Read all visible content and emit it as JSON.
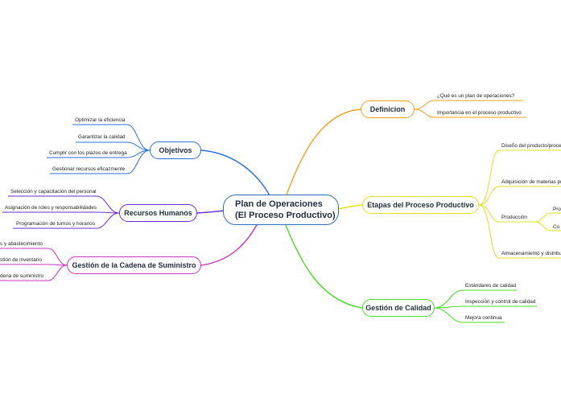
{
  "root": {
    "line1": "Plan de Operaciones",
    "line2": "(El Proceso Productivo)"
  },
  "colors": {
    "objetivos": "#2a6fe0",
    "rrhh": "#6a2bd0",
    "suministro": "#d030c0",
    "definicion": "#f0a020",
    "etapas": "#e0e020",
    "calidad": "#44dd22",
    "root": "#2a6fbf"
  },
  "definicion": {
    "label": "Definicion",
    "items": [
      "¿Qué es un plan de operaciones?",
      "Importancia en el proceso productivo"
    ]
  },
  "etapas": {
    "label": "Etapas del Proceso Productivo",
    "items": [
      "Diseño del producto/proce",
      "Adquisición de materias pr",
      "Producción",
      "Almacenamiento y distribu"
    ],
    "produccion_sub": [
      "Pro",
      "Co"
    ]
  },
  "calidad": {
    "label": "Gestión de Calidad",
    "items": [
      "Estándares de calidad",
      "Inspección y control de calidad",
      "Mejora continua"
    ]
  },
  "objetivos": {
    "label": "Objetivos",
    "items": [
      "Optimizar la eficiencia",
      "Garantizar la calidad",
      "Cumplir con los plazos de entrega",
      "Gestionar recursos eficazmente"
    ]
  },
  "rrhh": {
    "label": "Recursos Humanos",
    "items": [
      "Selección y capacitación del personal",
      "Asignación de roles y responsabilidades",
      "Programación de turnos y horarios"
    ]
  },
  "suministro": {
    "label": "Gestión de la Cadena de Suministro",
    "items": [
      "s y abastecimiento",
      "stión de inventario",
      "dena de suministro"
    ]
  }
}
